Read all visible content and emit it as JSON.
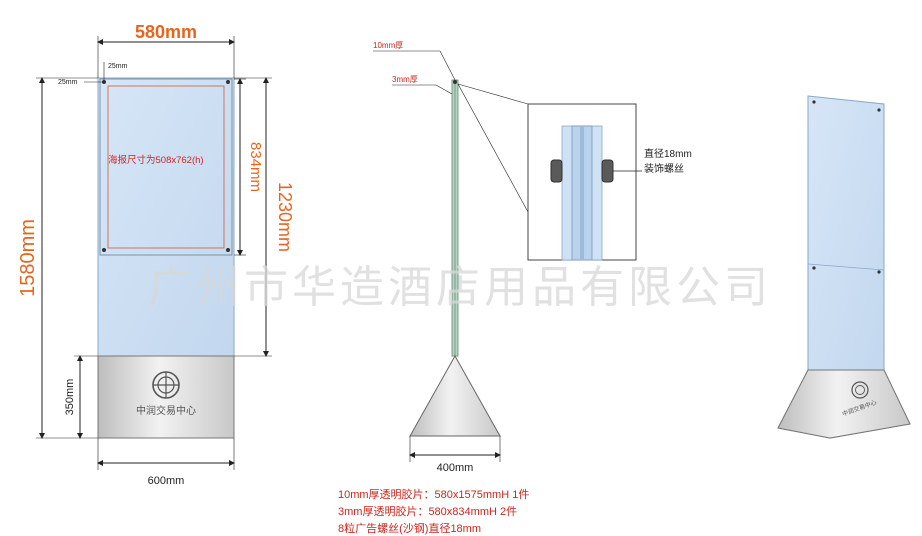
{
  "colors": {
    "dimension_orange": "#e8641e",
    "note_red": "#c8281e",
    "acrylic_blue": "#c9ddf3",
    "base_grey": "#d9d9d9",
    "watermark": "#d8d8d8"
  },
  "front_view": {
    "top_width": "580mm",
    "margin_top": "25mm",
    "margin_left": "25mm",
    "poster_size": "海报尺寸为508x762(h)",
    "panel_height": "834mm",
    "upper_height": "1230mm",
    "total_height": "1580mm",
    "base_height": "350mm",
    "base_width": "600mm",
    "logo_text": "中润交易中心"
  },
  "side_view": {
    "label_10mm": "10mm厚",
    "label_3mm": "3mm厚",
    "bolt_label_line1": "直径18mm",
    "bolt_label_line2": "装饰螺丝",
    "base_width": "400mm"
  },
  "perspective_view": {
    "logo_text": "中润交易中心"
  },
  "watermark": "广州市华造酒店用品有限公司",
  "notes": [
    "10mm厚透明胶片：580x1575mmH 1件",
    "3mm厚透明胶片：580x834mmH 2件",
    "8粒广告螺丝(沙钢)直径18mm"
  ]
}
